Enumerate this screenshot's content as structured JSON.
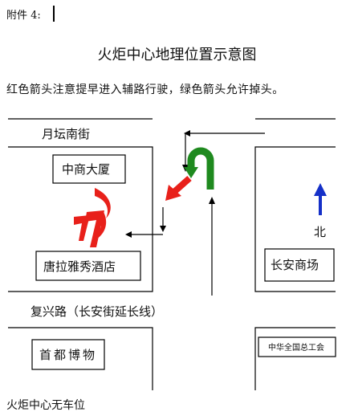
{
  "header": {
    "attachment": "附件 4:",
    "title": "火炬中心地理位置示意图",
    "note": "红色箭头注意提早进入辅路行驶，绿色箭头允许掉头。"
  },
  "map": {
    "streets": {
      "north": "月坛南街",
      "south": "复兴路（长安街延长线）"
    },
    "buildings": {
      "zhongshang": "中商大厦",
      "hotel": "唐拉雅秀酒店",
      "changan_mall": "长安商场",
      "museum": "首都博物",
      "union": "中华全国总工会"
    },
    "north_label": "北",
    "colors": {
      "red_arrow": "#e8201a",
      "green_arrow": "#1f8a1f",
      "north_arrow": "#1530c8",
      "logo_red": "#e8201a"
    }
  },
  "footer": {
    "note": "火炬中心无车位"
  }
}
